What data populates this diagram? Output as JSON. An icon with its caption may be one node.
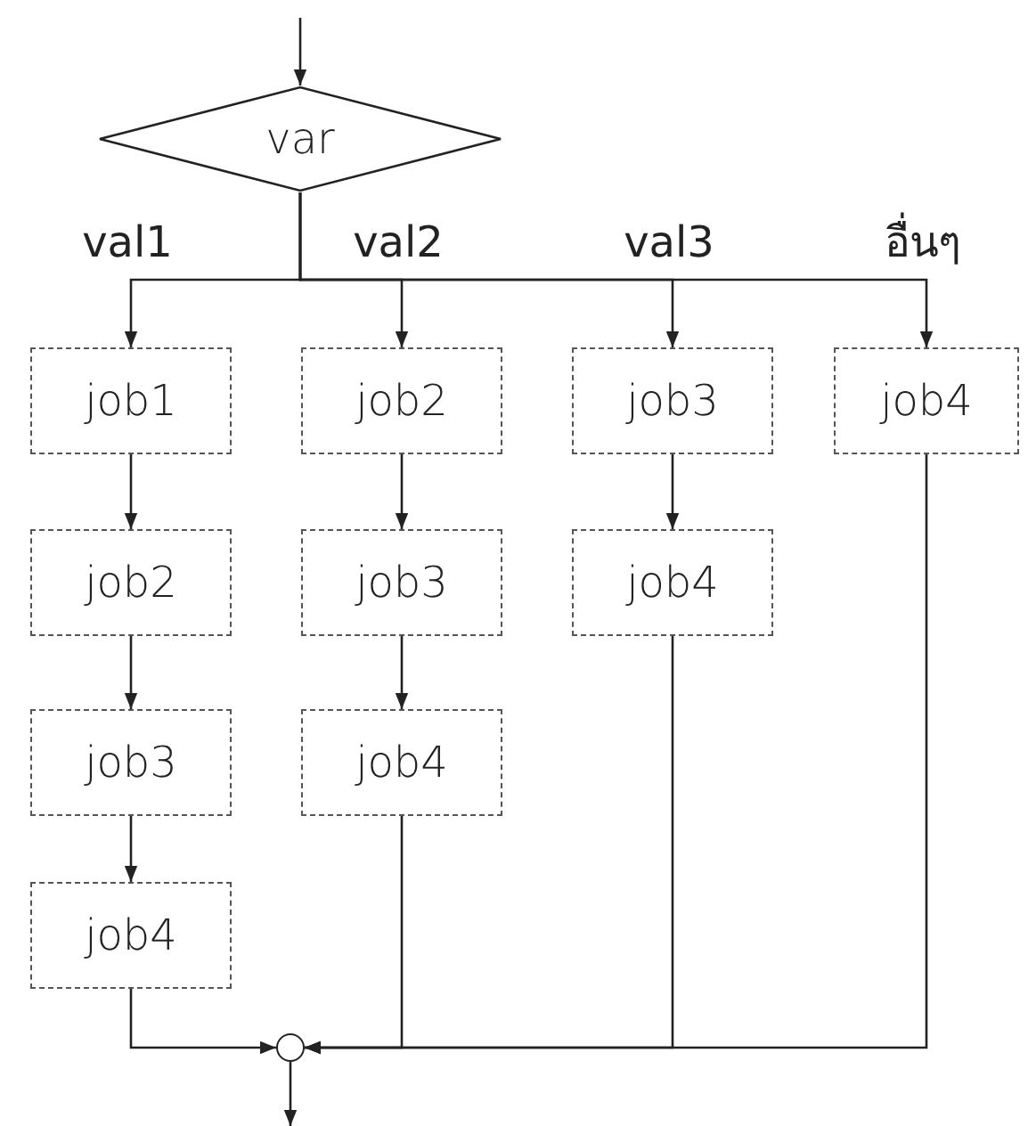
{
  "diagram": {
    "nodes": [
      {
        "text": [
          "var"
        ]
      },
      {
        "text": [
          "job1"
        ]
      },
      {
        "text": [
          "job2"
        ]
      },
      {
        "text": [
          "job3"
        ]
      },
      {
        "text": [
          "job4"
        ]
      },
      {
        "text": [
          "job2"
        ]
      },
      {
        "text": [
          "job3"
        ]
      },
      {
        "text": [
          "job4"
        ]
      },
      {
        "text": [
          "job3"
        ]
      },
      {
        "text": [
          "job4"
        ]
      },
      {
        "text": [
          "job4"
        ]
      },
      {
        "text": [],
        "shape": "circle"
      }
    ],
    "edges": [
      {
        "from": null,
        "to": 0,
        "arrow": "to"
      },
      {
        "from": 0,
        "to": 1,
        "arrow": "to",
        "label": "val1"
      },
      {
        "from": 0,
        "to": 2,
        "arrow": "to",
        "label": "val2"
      },
      {
        "from": 0,
        "to": 3,
        "arrow": "to",
        "label": "val3"
      },
      {
        "from": 0,
        "to": 4,
        "arrow": "to",
        "label": "อื่นๆ"
      },
      {
        "from": 1,
        "to": 5,
        "arrow": "to"
      },
      {
        "from": 5,
        "to": 8,
        "arrow": "to"
      },
      {
        "from": 8,
        "to": 10,
        "arrow": "to"
      },
      {
        "from": 2,
        "to": 6,
        "arrow": "to"
      },
      {
        "from": 6,
        "to": 9,
        "arrow": "to"
      },
      {
        "from": 3,
        "to": 7,
        "arrow": "to"
      },
      {
        "from": 10,
        "to": 11,
        "arrow": "to"
      },
      {
        "from": 9,
        "to": 11,
        "arrow": "to"
      },
      {
        "from": 7,
        "to": 11,
        "arrow": "to"
      },
      {
        "from": 4,
        "to": 11,
        "arrow": "to"
      },
      {
        "from": 11,
        "to": null,
        "arrow": "to"
      }
    ]
  }
}
